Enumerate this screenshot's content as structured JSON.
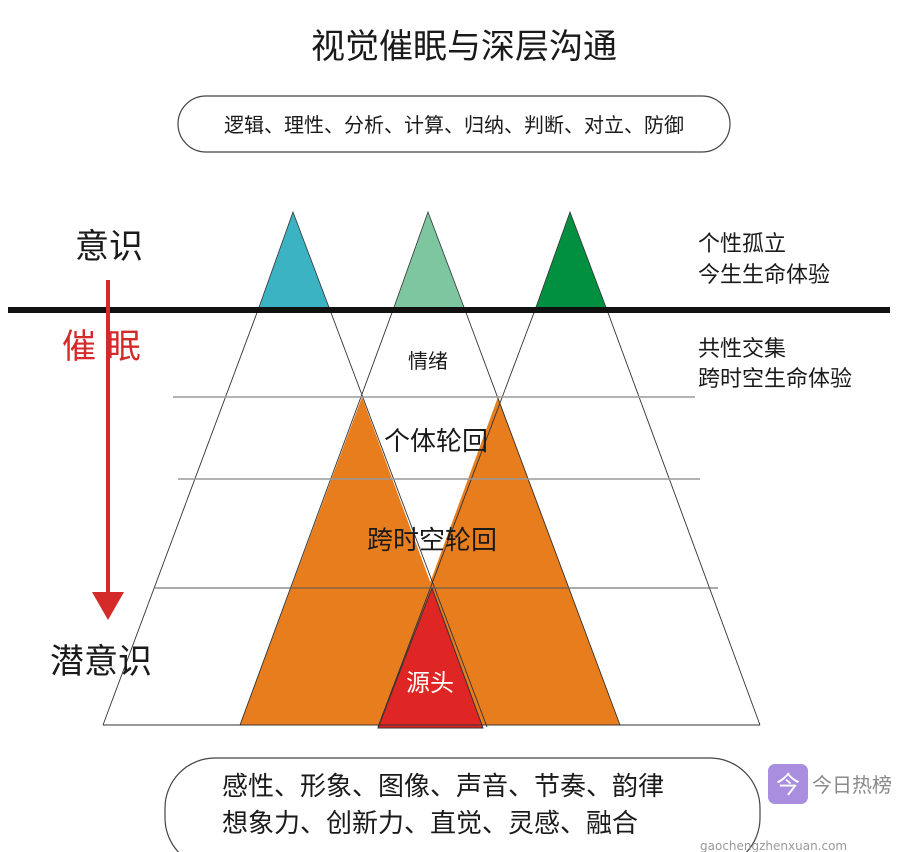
{
  "title": "视觉催眠与深层沟通",
  "top_traits": "逻辑、理性、分析、计算、归纳、判断、对立、防御",
  "left_labels": {
    "conscious": "意识",
    "hypnosis": "催 眠",
    "subconscious": "潜意识"
  },
  "right_labels": {
    "individual_line1": "个性孤立",
    "individual_line2": "今生生命体验",
    "shared_line1": "共性交集",
    "shared_line2": "跨时空生命体验"
  },
  "layers": {
    "emotion": "情绪",
    "individual_cycle": "个体轮回",
    "cross_time_cycle": "跨时空轮回",
    "source": "源头"
  },
  "bottom_traits": {
    "line1": "感性、形象、图像、声音、节奏、韵律",
    "line2": "想象力、创新力、直觉、灵感、融合"
  },
  "watermark": {
    "name": "今日热榜",
    "url": "gaochengzhenxuan.com"
  },
  "colors": {
    "blue": "#3bb3c3",
    "mint": "#7dc6a0",
    "green": "#009040",
    "orange": "#e87d1e",
    "red": "#e02525",
    "arrow": "#d42a2a"
  }
}
